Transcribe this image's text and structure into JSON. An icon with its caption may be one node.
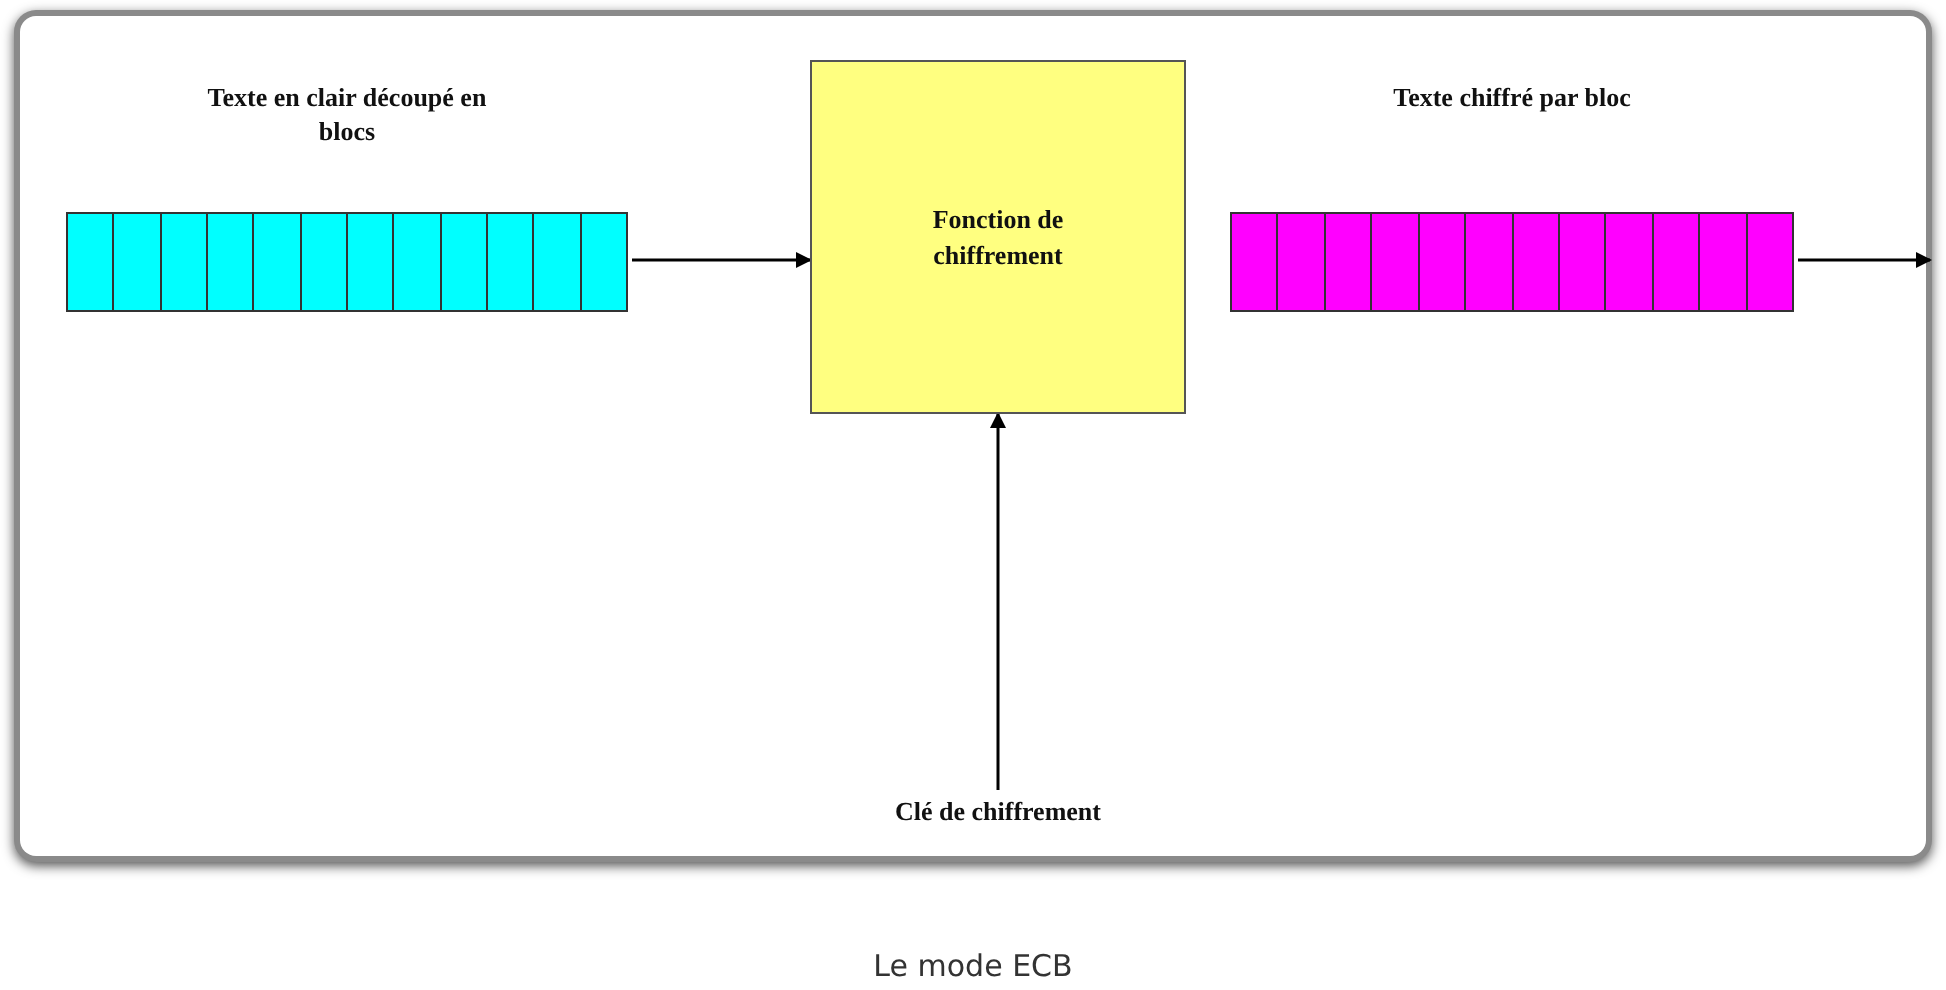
{
  "diagram": {
    "caption": "Le mode ECB",
    "nodes": [
      {
        "text": [
          "Texte en clair découpé en blocs"
        ]
      },
      {
        "text": [
          "Fonction de chiffrement"
        ]
      },
      {
        "text": [
          "Texte chiffré par bloc"
        ]
      },
      {
        "text": [
          "Clé de chiffrement"
        ]
      }
    ],
    "edges": [
      {
        "from": 0,
        "to": 1,
        "arrow": "to"
      },
      {
        "from": 2,
        "to": null,
        "arrow": "to"
      },
      {
        "from": 3,
        "to": 1,
        "arrow": "to"
      }
    ]
  }
}
